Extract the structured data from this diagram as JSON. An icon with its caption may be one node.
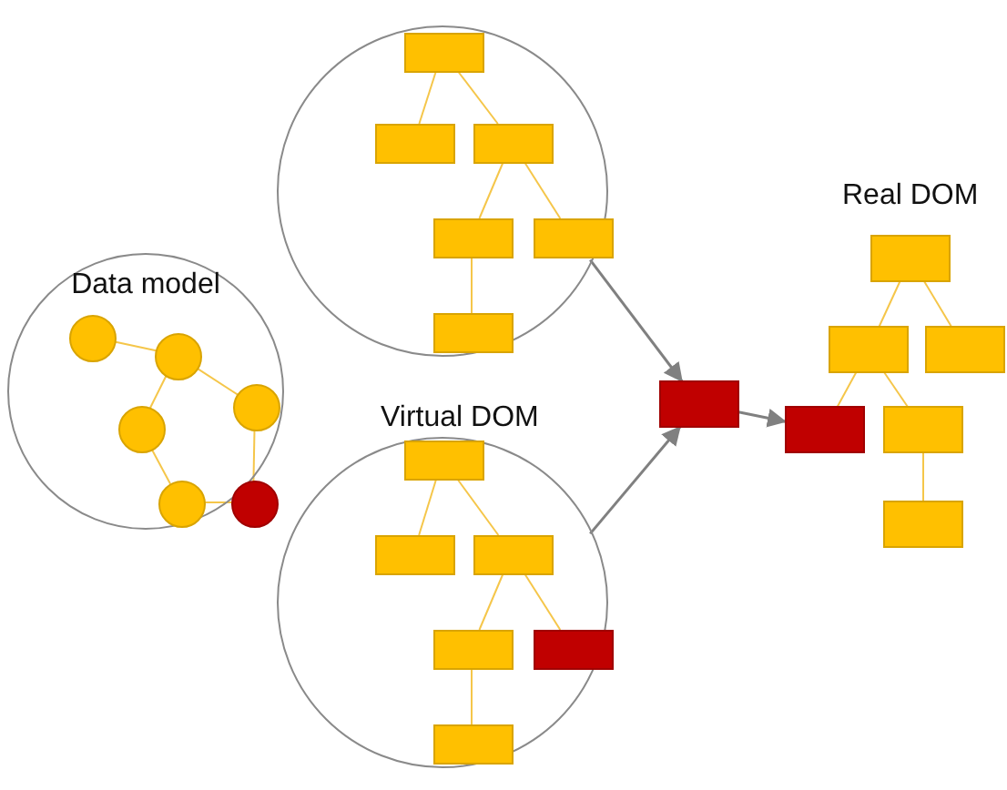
{
  "diagram": {
    "nodes": [
      {
        "text": [
          "Data model"
        ]
      },
      {
        "text": [],
        "shape": "circle",
        "in": 0
      },
      {
        "text": [],
        "shape": "circle",
        "in": 0
      },
      {
        "text": [],
        "shape": "circle",
        "in": 0
      },
      {
        "text": [],
        "shape": "circle",
        "in": 0
      },
      {
        "text": [],
        "shape": "circle",
        "in": 0
      },
      {
        "text": [],
        "shape": "circle",
        "in": 0
      },
      {
        "text": [],
        "shape": "circle"
      },
      {
        "text": [],
        "shape": "box",
        "in": 7
      },
      {
        "text": [],
        "shape": "box",
        "in": 7
      },
      {
        "text": [],
        "shape": "box",
        "in": 7
      },
      {
        "text": [],
        "shape": "box",
        "in": 7
      },
      {
        "text": [],
        "shape": "box",
        "in": 7
      },
      {
        "text": [],
        "shape": "box",
        "in": 7
      },
      {
        "text": [
          "Virtual DOM"
        ]
      },
      {
        "text": [],
        "shape": "box",
        "in": 14
      },
      {
        "text": [],
        "shape": "box",
        "in": 14
      },
      {
        "text": [],
        "shape": "box",
        "in": 14
      },
      {
        "text": [],
        "shape": "box",
        "in": 14
      },
      {
        "text": [],
        "shape": "box",
        "in": 14
      },
      {
        "text": [],
        "shape": "box",
        "in": 14
      },
      {
        "text": [],
        "shape": "box"
      },
      {
        "text": [],
        "shape": "box"
      },
      {
        "text": [],
        "shape": "box"
      },
      {
        "text": [],
        "shape": "box"
      },
      {
        "text": [],
        "shape": "box"
      },
      {
        "text": [],
        "shape": "box"
      },
      {
        "text": [],
        "shape": "box"
      }
    ],
    "edges": [
      {
        "from": 1,
        "to": 2,
        "arrow": "none"
      },
      {
        "from": 2,
        "to": 3,
        "arrow": "none"
      },
      {
        "from": 2,
        "to": 4,
        "arrow": "none"
      },
      {
        "from": 4,
        "to": 5,
        "arrow": "none"
      },
      {
        "from": 5,
        "to": 6,
        "arrow": "none"
      },
      {
        "from": 3,
        "to": 6,
        "arrow": "none"
      },
      {
        "from": 8,
        "to": 9,
        "arrow": "none"
      },
      {
        "from": 8,
        "to": 10,
        "arrow": "none"
      },
      {
        "from": 10,
        "to": 11,
        "arrow": "none"
      },
      {
        "from": 10,
        "to": 12,
        "arrow": "none"
      },
      {
        "from": 11,
        "to": 13,
        "arrow": "none"
      },
      {
        "from": 15,
        "to": 16,
        "arrow": "none"
      },
      {
        "from": 15,
        "to": 17,
        "arrow": "none"
      },
      {
        "from": 17,
        "to": 18,
        "arrow": "none"
      },
      {
        "from": 17,
        "to": 19,
        "arrow": "none"
      },
      {
        "from": 18,
        "to": 20,
        "arrow": "none"
      },
      {
        "from": 7,
        "to": 21,
        "arrow": "to",
        "color": "#808080"
      },
      {
        "from": 14,
        "to": 21,
        "arrow": "to",
        "color": "#808080"
      },
      {
        "from": 21,
        "to": 25,
        "arrow": "to",
        "color": "#808080"
      },
      {
        "from": 22,
        "to": 23,
        "arrow": "none"
      },
      {
        "from": 22,
        "to": 24,
        "arrow": "none"
      },
      {
        "from": 23,
        "to": 25,
        "arrow": "none"
      },
      {
        "from": 23,
        "to": 26,
        "arrow": "none"
      },
      {
        "from": 26,
        "to": 27,
        "arrow": "none"
      }
    ],
    "labels": [
      "Real DOM"
    ]
  }
}
